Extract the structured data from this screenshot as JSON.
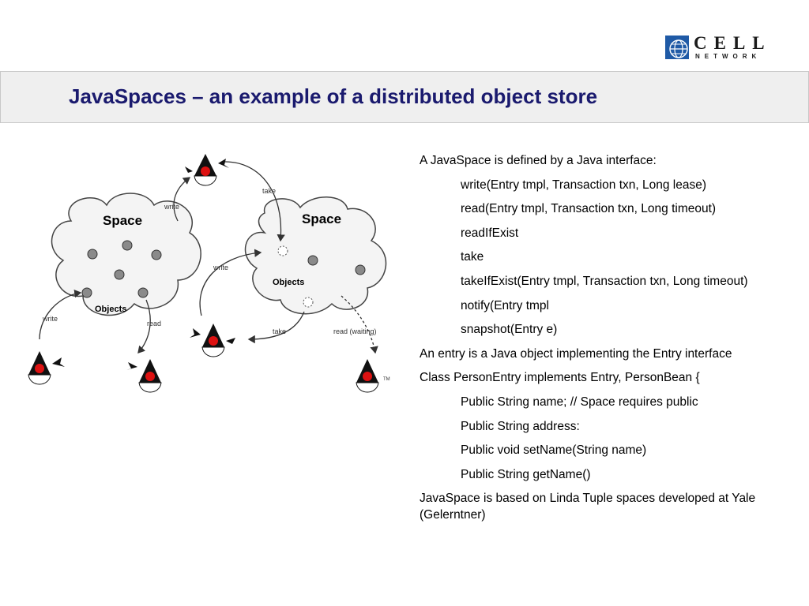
{
  "logo": {
    "cell": "CELL",
    "network": "NETWORK"
  },
  "title": "JavaSpaces – an example of a distributed object store",
  "diagram": {
    "space_left": "Space",
    "space_right": "Space",
    "objects_left": "Objects",
    "objects_right": "Objects",
    "write_top": "write",
    "write_left": "write",
    "write_mid": "write",
    "take_top": "take",
    "take_bottom": "take",
    "read": "read",
    "read_waiting": "read (waiting)",
    "tm": "TM"
  },
  "content": {
    "l1": "A JavaSpace is defined by a Java interface:",
    "l2": "write(Entry tmpl, Transaction txn, Long lease)",
    "l3": "read(Entry tmpl, Transaction txn, Long timeout)",
    "l4": "readIfExist",
    "l5": "take",
    "l6": "takeIfExist(Entry tmpl, Transaction txn, Long timeout)",
    "l7": "notify(Entry tmpl",
    "l8": "snapshot(Entry e)",
    "l9": "An entry is a Java object implementing the Entry interface",
    "l10": "Class PersonEntry implements Entry, PersonBean {",
    "l11": "Public String name; // Space requires public",
    "l12": "Public String address:",
    "l13": "Public void setName(String name)",
    "l14": "Public String getName()",
    "l15": "JavaSpace is based on Linda Tuple spaces developed at Yale (Gelerntner)"
  }
}
